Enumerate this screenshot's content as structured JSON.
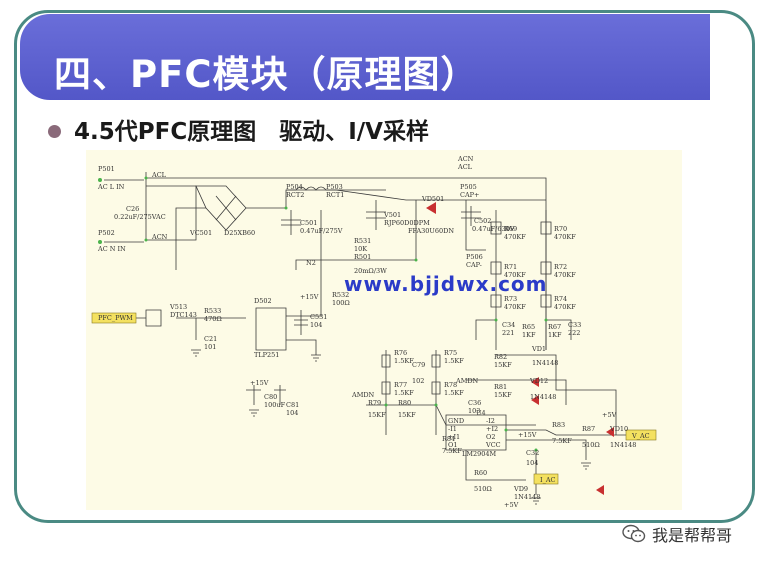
{
  "slide": {
    "title": "四、PFC模块（原理图）",
    "subtitle": "4.5代PFC原理图　驱动、I/V采样"
  },
  "watermark": {
    "url": "www.bjjdwx.com",
    "brand": "我是帮帮哥"
  },
  "schematic": {
    "labels": {
      "p501": "P501",
      "acl_in": "AC L IN",
      "p502": "P502",
      "acn_in": "AC N IN",
      "acl_top": "ACL",
      "acn_top": "ACN",
      "acl_top2": "ACL",
      "acn_mid": "ACN",
      "c26": "C26",
      "c26v": "0.22uF/275VAC",
      "vc501": "VC501",
      "d25": "D25XB60",
      "p504": "P504",
      "rct2": "RCT2",
      "p503": "P503",
      "rct1": "RCT1",
      "c501": "C501",
      "c501v": "0.47uF/275V",
      "v501": "V501",
      "v501t": "RJP60D0DPM",
      "vd501": "VD501",
      "vd501t": "FFA30U60DN",
      "p505": "P505",
      "cap": "CAP+",
      "c502": "C502",
      "c502v": "0.47uF/630V",
      "r531": "R531",
      "r531v": "10K",
      "r501": "R501",
      "r501v": "20mΩ/3W",
      "n2": "N2",
      "p506": "P506",
      "cap_minus": "CAP-",
      "r69": "R69",
      "r69v": "470KF",
      "r70": "R70",
      "r70v": "470KF",
      "r71": "R71",
      "r71v": "470KF",
      "r72": "R72",
      "r72v": "470KF",
      "r73": "R73",
      "r73v": "470KF",
      "r74": "R74",
      "r74v": "470KF",
      "v513": "V513",
      "v513t": "DTC143",
      "pfc_pwm": "PFC_PWM",
      "r533": "R533",
      "r533v": "470Ω",
      "c21": "C21",
      "c21v": "101",
      "d502": "D502",
      "tlp": "TLP251",
      "r532": "R532",
      "r532v": "100Ω",
      "c531": "C531",
      "c531v": "104",
      "plus15": "+15V",
      "c34": "C34",
      "c34v": "221",
      "r65": "R65",
      "r65v": "1KF",
      "r67": "R67",
      "r67v": "1KF",
      "c33": "C33",
      "c33v": "222",
      "r76": "R76",
      "r76v": "1.5KF",
      "c79": "C79",
      "c79v": "102",
      "r75": "R75",
      "r75v": "1.5KF",
      "r77": "R77",
      "r77v": "1.5KF",
      "r78": "R78",
      "r78v": "1.5KF",
      "r82": "R82",
      "r82v": "15KF",
      "r81": "R81",
      "r81v": "15KF",
      "vd1": "VD1",
      "vd1t": "1N4148",
      "vd12": "VD12",
      "vd12t": "1N4148",
      "c80": "C80",
      "c80v": "100uF",
      "c81": "C81",
      "c81v": "104",
      "plus15b": "+15V",
      "amdn": "AMDN",
      "amdn2": "AMDN",
      "r79": "R79",
      "r79v": "15KF",
      "r80": "R80",
      "r80v": "15KF",
      "c36": "C36",
      "c36v": "103",
      "u4": "U4",
      "lm2904": "LM2904M",
      "pin_gnd": "GND",
      "pin_i1": "-I1",
      "pin_i1p": "+I1",
      "pin_o1": "O1",
      "pin_i2": "-I2",
      "pin_i2p": "+I2",
      "pin_o2": "O2",
      "pin_vcc": "VCC",
      "r84": "R84",
      "r84v": "7.5KF",
      "r83": "R83",
      "r83v": "7.5KF",
      "r87": "R87",
      "r87v": "510Ω",
      "vd10": "VD10",
      "vd10t": "1N4148",
      "v_ac": "V_AC",
      "c32": "C32",
      "c32v": "104",
      "r60": "R60",
      "r60v": "510Ω",
      "i_ac": "I_AC",
      "vd9": "VD9",
      "vd9t": "1N4148",
      "plus5": "+5V",
      "plus5b": "+5V",
      "plus5c": "+15V"
    }
  }
}
